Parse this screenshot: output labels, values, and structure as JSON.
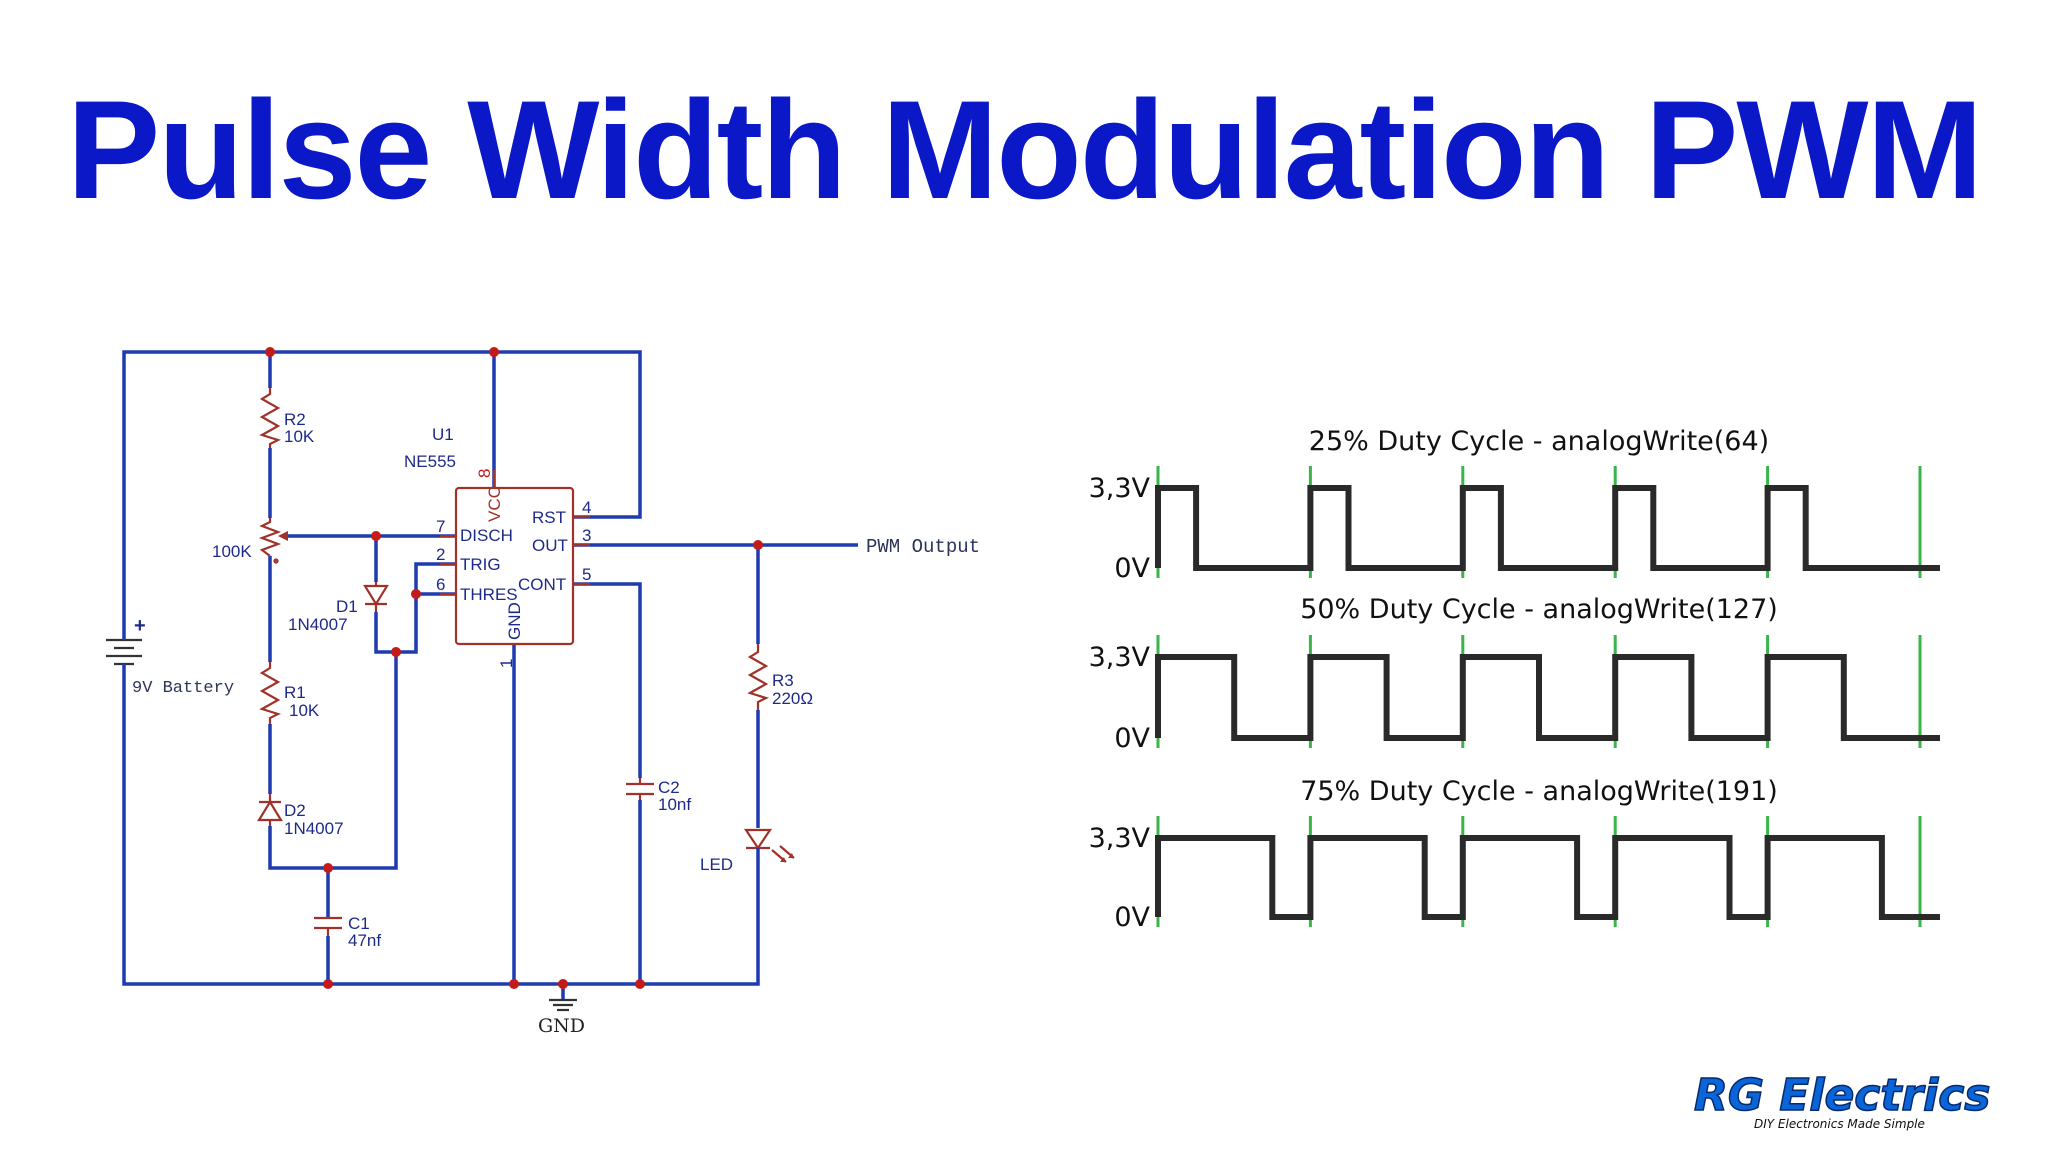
{
  "title": "Pulse Width Modulation PWM",
  "schematic": {
    "ic_ref": "U1",
    "ic_name": "NE555",
    "pins": {
      "vcc": "VCC",
      "vcc_num": "8",
      "rst": "RST",
      "rst_num": "4",
      "out": "OUT",
      "out_num": "3",
      "cont": "CONT",
      "cont_num": "5",
      "disch": "DISCH",
      "disch_num": "7",
      "trig": "TRIG",
      "trig_num": "2",
      "thres": "THRES",
      "thres_num": "6",
      "gnd": "GND",
      "gnd_num": "1"
    },
    "r2_ref": "R2",
    "r2_val": "10K",
    "pot_val": "100K",
    "r1_ref": "R1",
    "r1_val": "10K",
    "d1_ref": "D1",
    "d1_val": "1N4007",
    "d2_ref": "D2",
    "d2_val": "1N4007",
    "c1_ref": "C1",
    "c1_val": "47nf",
    "c2_ref": "C2",
    "c2_val": "10nf",
    "r3_ref": "R3",
    "r3_val": "220Ω",
    "led": "LED",
    "battery_plus": "+",
    "battery": "9V Battery",
    "output": "PWM Output",
    "gnd": "GND"
  },
  "waveforms": [
    {
      "title": "25% Duty Cycle - analogWrite(64)",
      "high": "3,3V",
      "low": "0V",
      "duty": 0.25,
      "periods": 5
    },
    {
      "title": "50% Duty Cycle - analogWrite(127)",
      "high": "3,3V",
      "low": "0V",
      "duty": 0.5,
      "periods": 5
    },
    {
      "title": "75% Duty Cycle - analogWrite(191)",
      "high": "3,3V",
      "low": "0V",
      "duty": 0.75,
      "periods": 5
    }
  ],
  "logo": {
    "name": "RG Electrics",
    "tagline": "DIY Electronics Made Simple"
  },
  "colors": {
    "title": "#0a18c8",
    "wire": "#1e3bb0",
    "component": "#a0322a",
    "node": "#c41a1a",
    "marker": "#39b54a",
    "logo": "#0a66d8"
  }
}
